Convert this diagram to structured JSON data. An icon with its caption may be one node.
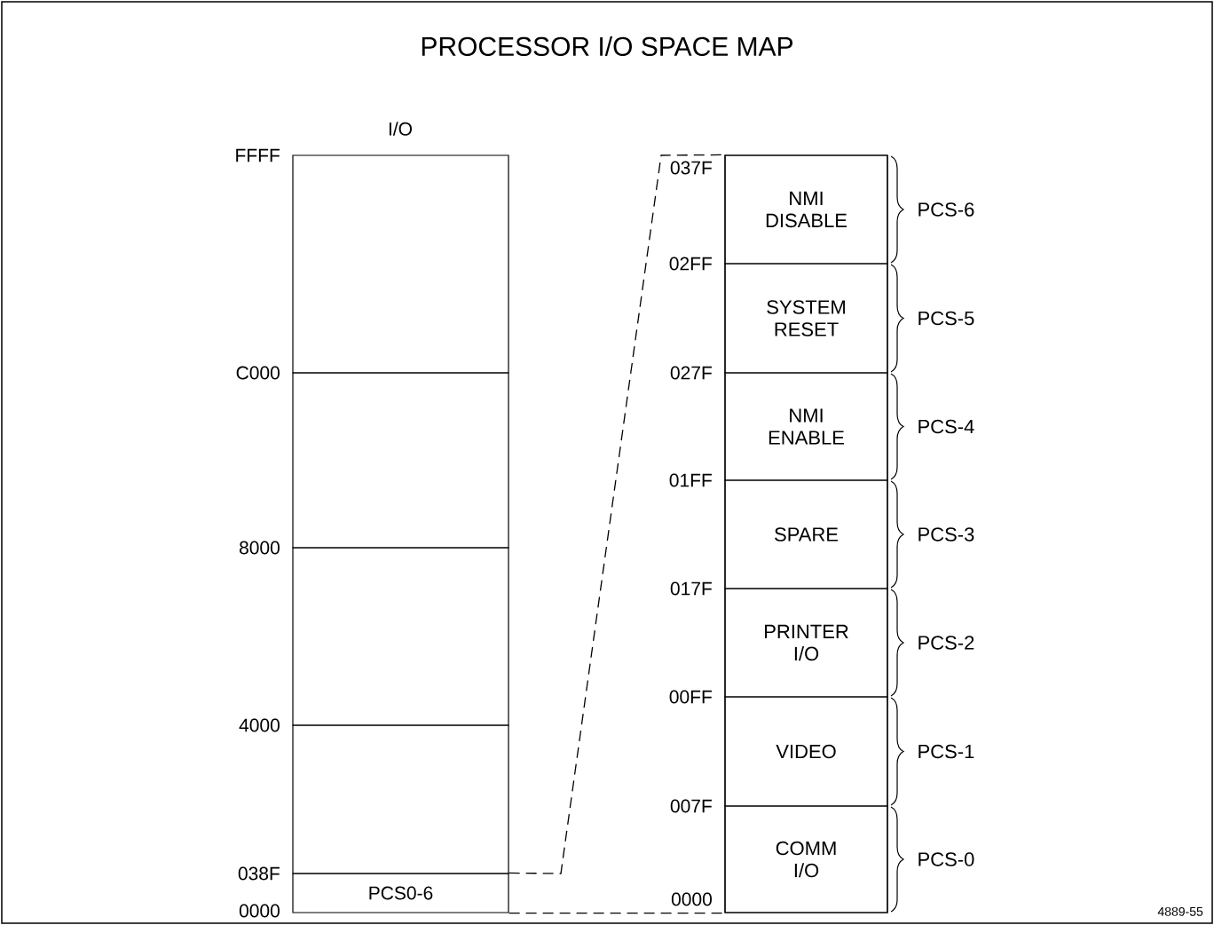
{
  "diagram": {
    "title": "PROCESSOR I/O SPACE MAP",
    "nodes": [
      {
        "text": [],
        "shape": "box"
      },
      {
        "text": [],
        "shape": "box"
      },
      {
        "text": [],
        "shape": "box"
      },
      {
        "text": [],
        "shape": "box"
      },
      {
        "text": [
          "PCS0-6"
        ]
      },
      {
        "text": [],
        "shape": "box"
      },
      {
        "text": [
          "NMI DISABLE"
        ],
        "in": 5,
        "beside": [
          "PCS-6"
        ]
      },
      {
        "text": [
          "SYSTEM RESET"
        ],
        "in": 5,
        "beside": [
          "PCS-5"
        ]
      },
      {
        "text": [
          "NMI ENABLE"
        ],
        "in": 5,
        "beside": [
          "PCS-4"
        ]
      },
      {
        "text": [
          "SPARE"
        ],
        "in": 5,
        "beside": [
          "PCS-3"
        ]
      },
      {
        "text": [
          "PRINTER I/O"
        ],
        "in": 5,
        "beside": [
          "PCS-2"
        ]
      },
      {
        "text": [
          "VIDEO"
        ],
        "in": 5,
        "beside": [
          "PCS-1"
        ]
      },
      {
        "text": [
          "COMM I/O"
        ],
        "in": 5,
        "beside": [
          "PCS-0"
        ]
      }
    ],
    "edges": [
      {
        "from": 4,
        "to": 5,
        "arrow": "none",
        "style": "dashed"
      },
      {
        "from": 4,
        "to": 5,
        "arrow": "none",
        "style": "dashed"
      }
    ],
    "labels": [
      "I/O",
      "FFFF",
      "C000",
      "8000",
      "4000",
      "038F",
      "0000",
      "037F",
      "02FF",
      "027F",
      "01FF",
      "017F",
      "00FF",
      "007F",
      "0000",
      "4889-55"
    ]
  }
}
